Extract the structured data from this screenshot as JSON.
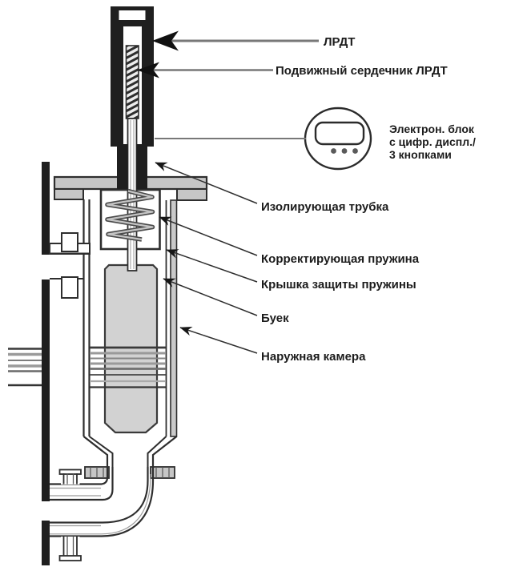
{
  "diagram": {
    "labels": {
      "lvdt": "ЛРДТ",
      "movable_core": "Подвижный сердечник ЛРДТ",
      "electronic_block": [
        "Электрон. блок",
        "с цифр. диспл./",
        "3 кнопками"
      ],
      "insulating_tube": "Изолирующая трубка",
      "correcting_spring": "Корректирующая пружина",
      "spring_cover": "Крышка защиты пружины",
      "displacer": "Буек",
      "outer_chamber": "Наружная камера"
    },
    "colors": {
      "casing_black": "#1f1f1f",
      "plate_gray": "#c6c6c6",
      "displacer_gray": "#d2d2d2",
      "outline": "#2e2e2e",
      "leader_gray": "#787878",
      "background": "#ffffff"
    }
  }
}
